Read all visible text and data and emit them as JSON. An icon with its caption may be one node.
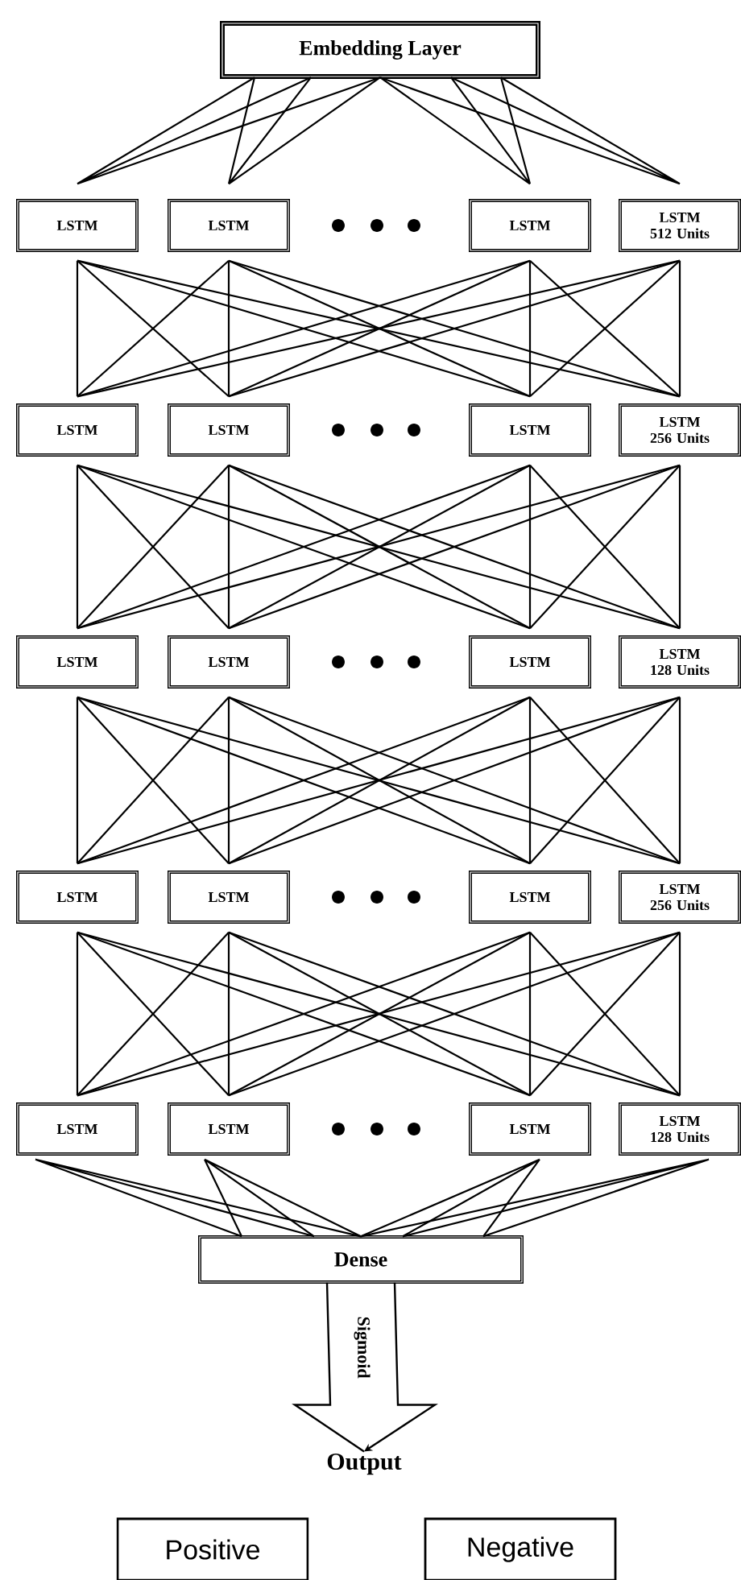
{
  "diagram": {
    "nodes": [
      {
        "text": [
          "Embedding Layer"
        ]
      },
      {
        "text": [
          "LSTM"
        ]
      },
      {
        "text": [
          "LSTM"
        ]
      },
      {
        "text": [
          "LSTM"
        ]
      },
      {
        "text": [
          "LSTM 512 Units"
        ]
      },
      {
        "text": [
          "LSTM"
        ]
      },
      {
        "text": [
          "LSTM"
        ]
      },
      {
        "text": [
          "LSTM"
        ]
      },
      {
        "text": [
          "LSTM 256 Units"
        ]
      },
      {
        "text": [
          "LSTM"
        ]
      },
      {
        "text": [
          "LSTM"
        ]
      },
      {
        "text": [
          "LSTM"
        ]
      },
      {
        "text": [
          "LSTM 128 Units"
        ]
      },
      {
        "text": [
          "LSTM"
        ]
      },
      {
        "text": [
          "LSTM"
        ]
      },
      {
        "text": [
          "LSTM"
        ]
      },
      {
        "text": [
          "LSTM 256 Units"
        ]
      },
      {
        "text": [
          "LSTM"
        ]
      },
      {
        "text": [
          "LSTM"
        ]
      },
      {
        "text": [
          "LSTM"
        ]
      },
      {
        "text": [
          "LSTM 128 Units"
        ]
      },
      {
        "text": [
          "Dense"
        ]
      },
      {
        "text": [
          "Output"
        ]
      },
      {
        "text": [
          "Positive"
        ]
      },
      {
        "text": [
          "Negative"
        ]
      }
    ],
    "edges": [
      {
        "from": 0,
        "to": 1,
        "arrow": "none"
      },
      {
        "from": 0,
        "to": 2,
        "arrow": "none"
      },
      {
        "from": 0,
        "to": 3,
        "arrow": "none"
      },
      {
        "from": 0,
        "to": 4,
        "arrow": "none"
      },
      {
        "from": 1,
        "to": 5,
        "arrow": "none"
      },
      {
        "from": 1,
        "to": 6,
        "arrow": "none"
      },
      {
        "from": 1,
        "to": 7,
        "arrow": "none"
      },
      {
        "from": 1,
        "to": 8,
        "arrow": "none"
      },
      {
        "from": 2,
        "to": 5,
        "arrow": "none"
      },
      {
        "from": 2,
        "to": 6,
        "arrow": "none"
      },
      {
        "from": 2,
        "to": 7,
        "arrow": "none"
      },
      {
        "from": 2,
        "to": 8,
        "arrow": "none"
      },
      {
        "from": 3,
        "to": 5,
        "arrow": "none"
      },
      {
        "from": 3,
        "to": 6,
        "arrow": "none"
      },
      {
        "from": 3,
        "to": 7,
        "arrow": "none"
      },
      {
        "from": 3,
        "to": 8,
        "arrow": "none"
      },
      {
        "from": 4,
        "to": 5,
        "arrow": "none"
      },
      {
        "from": 4,
        "to": 6,
        "arrow": "none"
      },
      {
        "from": 4,
        "to": 7,
        "arrow": "none"
      },
      {
        "from": 4,
        "to": 8,
        "arrow": "none"
      },
      {
        "from": 5,
        "to": 9,
        "arrow": "none"
      },
      {
        "from": 5,
        "to": 10,
        "arrow": "none"
      },
      {
        "from": 5,
        "to": 11,
        "arrow": "none"
      },
      {
        "from": 5,
        "to": 12,
        "arrow": "none"
      },
      {
        "from": 6,
        "to": 9,
        "arrow": "none"
      },
      {
        "from": 6,
        "to": 10,
        "arrow": "none"
      },
      {
        "from": 6,
        "to": 11,
        "arrow": "none"
      },
      {
        "from": 6,
        "to": 12,
        "arrow": "none"
      },
      {
        "from": 7,
        "to": 9,
        "arrow": "none"
      },
      {
        "from": 7,
        "to": 10,
        "arrow": "none"
      },
      {
        "from": 7,
        "to": 11,
        "arrow": "none"
      },
      {
        "from": 7,
        "to": 12,
        "arrow": "none"
      },
      {
        "from": 8,
        "to": 9,
        "arrow": "none"
      },
      {
        "from": 8,
        "to": 10,
        "arrow": "none"
      },
      {
        "from": 8,
        "to": 11,
        "arrow": "none"
      },
      {
        "from": 8,
        "to": 12,
        "arrow": "none"
      },
      {
        "from": 9,
        "to": 13,
        "arrow": "none"
      },
      {
        "from": 9,
        "to": 14,
        "arrow": "none"
      },
      {
        "from": 9,
        "to": 15,
        "arrow": "none"
      },
      {
        "from": 9,
        "to": 16,
        "arrow": "none"
      },
      {
        "from": 10,
        "to": 13,
        "arrow": "none"
      },
      {
        "from": 10,
        "to": 14,
        "arrow": "none"
      },
      {
        "from": 10,
        "to": 15,
        "arrow": "none"
      },
      {
        "from": 10,
        "to": 16,
        "arrow": "none"
      },
      {
        "from": 11,
        "to": 13,
        "arrow": "none"
      },
      {
        "from": 11,
        "to": 14,
        "arrow": "none"
      },
      {
        "from": 11,
        "to": 15,
        "arrow": "none"
      },
      {
        "from": 11,
        "to": 16,
        "arrow": "none"
      },
      {
        "from": 12,
        "to": 13,
        "arrow": "none"
      },
      {
        "from": 12,
        "to": 14,
        "arrow": "none"
      },
      {
        "from": 12,
        "to": 15,
        "arrow": "none"
      },
      {
        "from": 12,
        "to": 16,
        "arrow": "none"
      },
      {
        "from": 13,
        "to": 17,
        "arrow": "none"
      },
      {
        "from": 13,
        "to": 18,
        "arrow": "none"
      },
      {
        "from": 13,
        "to": 19,
        "arrow": "none"
      },
      {
        "from": 13,
        "to": 20,
        "arrow": "none"
      },
      {
        "from": 14,
        "to": 17,
        "arrow": "none"
      },
      {
        "from": 14,
        "to": 18,
        "arrow": "none"
      },
      {
        "from": 14,
        "to": 19,
        "arrow": "none"
      },
      {
        "from": 14,
        "to": 20,
        "arrow": "none"
      },
      {
        "from": 15,
        "to": 17,
        "arrow": "none"
      },
      {
        "from": 15,
        "to": 18,
        "arrow": "none"
      },
      {
        "from": 15,
        "to": 19,
        "arrow": "none"
      },
      {
        "from": 15,
        "to": 20,
        "arrow": "none"
      },
      {
        "from": 16,
        "to": 17,
        "arrow": "none"
      },
      {
        "from": 16,
        "to": 18,
        "arrow": "none"
      },
      {
        "from": 16,
        "to": 19,
        "arrow": "none"
      },
      {
        "from": 16,
        "to": 20,
        "arrow": "none"
      },
      {
        "from": 17,
        "to": 21,
        "arrow": "none"
      },
      {
        "from": 18,
        "to": 21,
        "arrow": "none"
      },
      {
        "from": 19,
        "to": 21,
        "arrow": "none"
      },
      {
        "from": 20,
        "to": 21,
        "arrow": "none"
      },
      {
        "from": 21,
        "to": 22,
        "arrow": "to",
        "label": "Sigmoid"
      }
    ]
  }
}
